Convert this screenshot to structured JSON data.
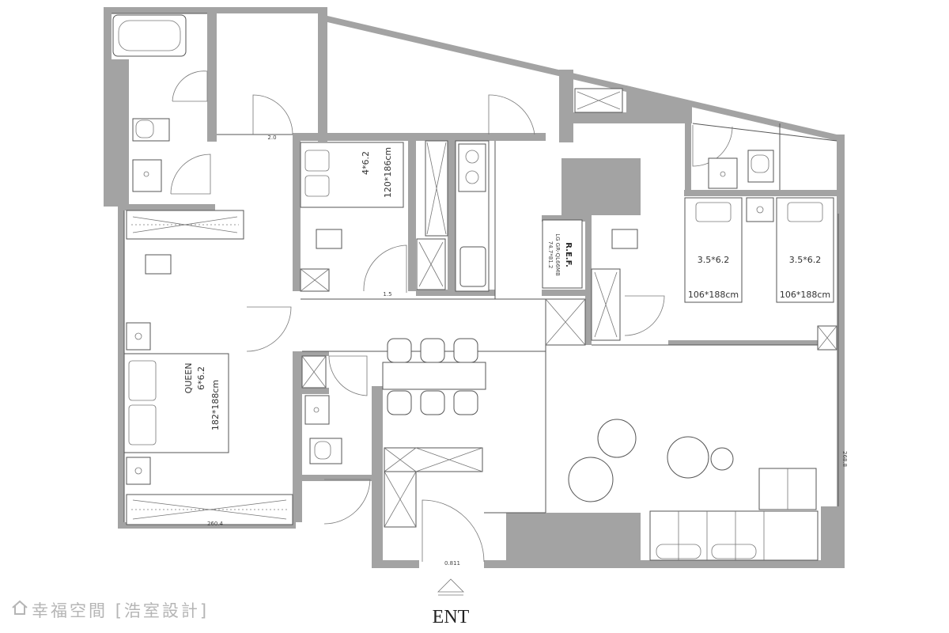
{
  "plan": {
    "entrance_label": "ENT",
    "refrigerator": {
      "label": "R.E.F.",
      "model": "LG GR-QL66MB",
      "size": "74.7*81.2"
    },
    "beds": {
      "master": {
        "type": "QUEEN",
        "size": "6*6.2",
        "dims": "182*188cm"
      },
      "guest": {
        "size": "4*6.2",
        "dims": "120*186cm"
      },
      "twin_left": {
        "size": "3.5*6.2",
        "dims": "106*188cm"
      },
      "twin_right": {
        "size": "3.5*6.2",
        "dims": "106*188cm"
      }
    },
    "dimensions": {
      "wardrobe_master_bottom": "260.4",
      "entry_door": "0.811",
      "door_small_a": "2.0",
      "door_small_b": "1.5",
      "living_wall": "268.8"
    }
  },
  "watermark": {
    "brand": "幸福空間",
    "designer": "[浩室設計]"
  }
}
